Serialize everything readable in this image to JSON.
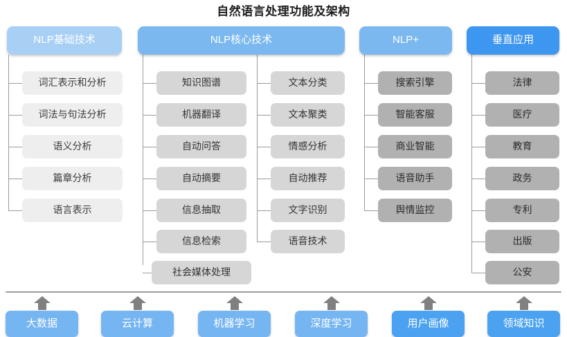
{
  "title": "自然语言处理功能及架构",
  "colors": {
    "header_light": "#a8d0f5",
    "header_mid": "#7bb8f0",
    "header_dark": "#3d96ef",
    "leaf_light": "#eeeeee",
    "leaf_mid": "#d6d6d6",
    "leaf_dark": "#b1b1b1",
    "foundation": "#75b5f2",
    "foundation_dark": "#4ba2f1",
    "connector": "#9a9a9a",
    "title_text": "#1c1c1c"
  },
  "columns": [
    {
      "header": "NLP基础技术",
      "items": [
        "词汇表示和分析",
        "词法与句法分析",
        "语义分析",
        "篇章分析",
        "语言表示"
      ]
    },
    {
      "header": "NLP核心技术",
      "items_left": [
        "知识图谱",
        "机器翻译",
        "自动问答",
        "自动摘要",
        "信息抽取",
        "信息检索",
        "社会媒体处理"
      ],
      "items_right": [
        "文本分类",
        "文本聚类",
        "情感分析",
        "自动推荐",
        "文字识别",
        "语音技术"
      ]
    },
    {
      "header": "NLP+",
      "items": [
        "搜索引擎",
        "智能客服",
        "商业智能",
        "语音助手",
        "舆情监控"
      ]
    },
    {
      "header": "垂直应用",
      "items": [
        "法律",
        "医疗",
        "教育",
        "政务",
        "专利",
        "出版",
        "公安"
      ]
    }
  ],
  "foundation": {
    "items": [
      "大数据",
      "云计算",
      "机器学习",
      "深度学习",
      "用户画像",
      "领域知识"
    ]
  }
}
